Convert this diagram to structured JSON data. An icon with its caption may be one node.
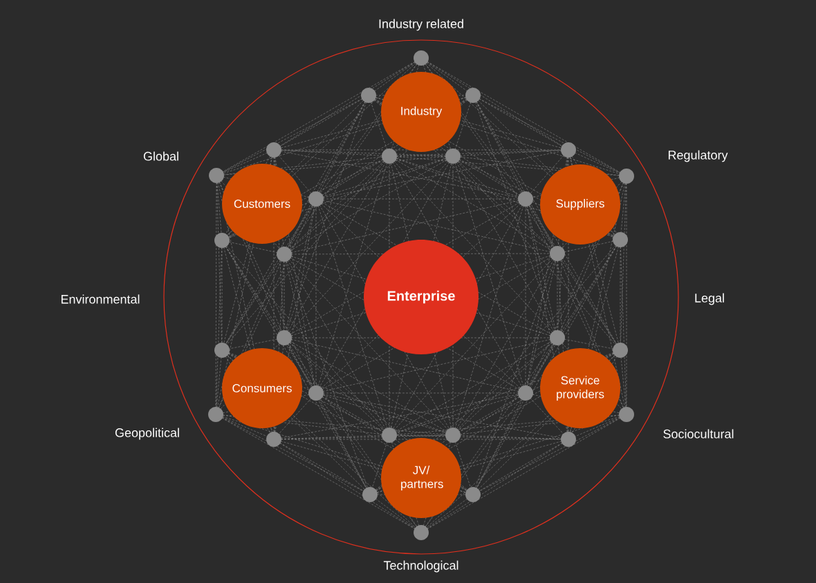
{
  "diagram": {
    "nodes": [
      {
        "text": [
          "Industry"
        ]
      },
      {
        "text": [
          "Customers"
        ]
      },
      {
        "text": [
          "Suppliers"
        ]
      },
      {
        "text": [
          "Enterprise"
        ]
      },
      {
        "text": [
          "Consumers"
        ]
      },
      {
        "text": [
          "Service providers"
        ]
      },
      {
        "text": [
          "JV/ partners"
        ]
      }
    ],
    "labels": [
      "Industry related",
      "Global",
      "Regulatory",
      "Environmental",
      "Legal",
      "Geopolitical",
      "Sociocultural",
      "Technological"
    ]
  }
}
